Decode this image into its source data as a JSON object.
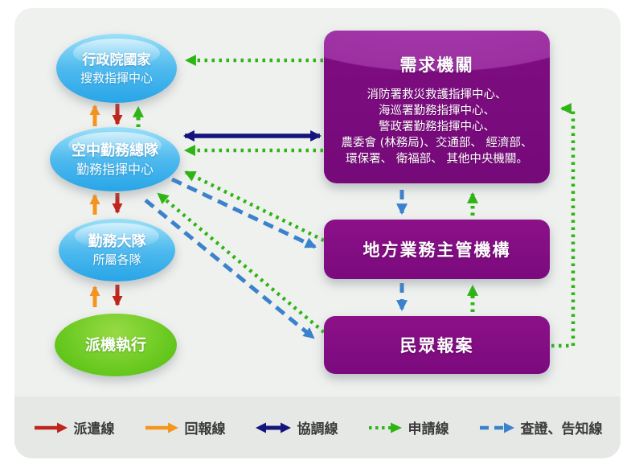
{
  "nodes": {
    "n1": {
      "title": "行政院國家",
      "subtitle": "搜救指揮中心"
    },
    "n2": {
      "title": "空中勤務總隊",
      "subtitle": "勤務指揮中心"
    },
    "n3": {
      "title": "勤務大隊",
      "subtitle": "所屬各隊"
    },
    "n4": {
      "title": "派機執行"
    }
  },
  "boxes": {
    "demand": {
      "title": "需求機關",
      "lines": [
        "消防署救災救護指揮中心、",
        "海巡署勤務指揮中心、",
        "警政署勤務指揮中心、",
        "農委會 (林務局)、交通部、 經濟部、",
        "環保署、 衛福部、 其他中央機關。"
      ]
    },
    "local": {
      "title": "地方業務主管機構"
    },
    "public": {
      "title": "民眾報案"
    }
  },
  "legend": {
    "items": [
      {
        "label": "派遣線",
        "style": "solid",
        "color": "#c0251c"
      },
      {
        "label": "回報線",
        "style": "solid",
        "color": "#f7941d"
      },
      {
        "label": "協調線",
        "style": "double",
        "color": "#14147d"
      },
      {
        "label": "申請線",
        "style": "dotted",
        "color": "#2eb515"
      },
      {
        "label": "查證、告知線",
        "style": "dashed",
        "color": "#3b82cc"
      }
    ]
  },
  "colors": {
    "dispatch_red": "#c0251c",
    "report_orange": "#f7941d",
    "coordination_navy": "#14147d",
    "application_green": "#2eb515",
    "verify_blue": "#3b82cc",
    "node_blue": "#2ea7e8",
    "node_green": "#5cc013",
    "box_purple": "#7c0c80",
    "card_bg": "#eff1ef",
    "legend_band_bg": "#e5e8e5"
  }
}
